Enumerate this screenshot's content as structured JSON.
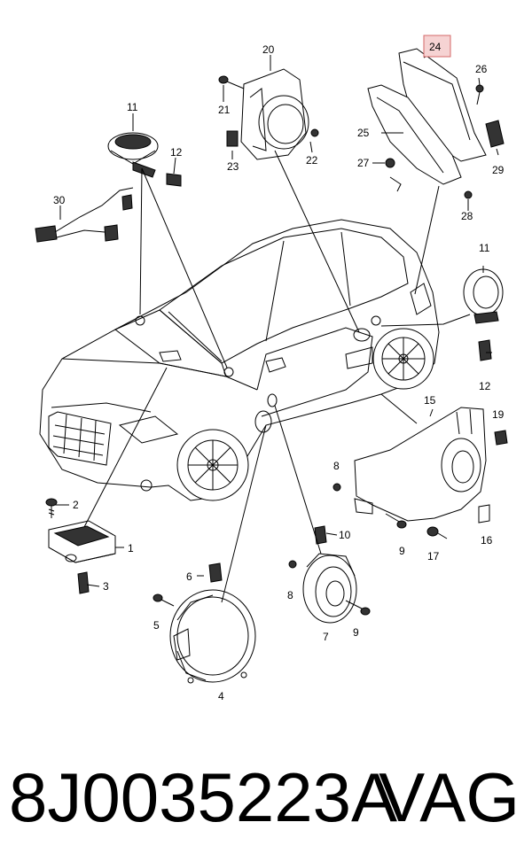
{
  "diagram": {
    "callouts": {
      "c1": "1",
      "c2": "2",
      "c3": "3",
      "c4": "4",
      "c5": "5",
      "c6": "6",
      "c7": "7",
      "c8a": "8",
      "c8b": "8",
      "c9a": "9",
      "c9b": "9",
      "c10": "10",
      "c11a": "11",
      "c11b": "11",
      "c12a": "12",
      "c12b": "12",
      "c15": "15",
      "c16": "16",
      "c17": "17",
      "c19": "19",
      "c20": "20",
      "c21": "21",
      "c22": "22",
      "c23": "23",
      "c24": "24",
      "c25": "25",
      "c26": "26",
      "c27": "27",
      "c28": "28",
      "c29": "29",
      "c30": "30"
    },
    "highlighted_callout": "24"
  },
  "footer": {
    "part_number": "8J0035223A",
    "brand": "VAG"
  }
}
